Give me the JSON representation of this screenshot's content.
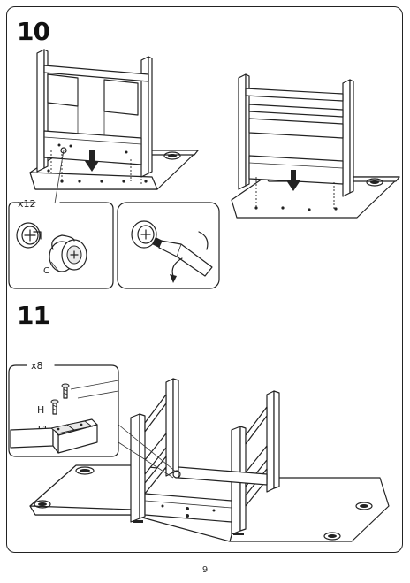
{
  "page": {
    "number": "9"
  },
  "step10": {
    "number": "10",
    "detail_quantity": "x12",
    "part_label": "C"
  },
  "step11": {
    "number": "11",
    "detail_quantity": "x8",
    "part_screw": "H",
    "part_hinge": "T1"
  },
  "colors": {
    "line": "#222222",
    "paper": "#ffffff"
  }
}
